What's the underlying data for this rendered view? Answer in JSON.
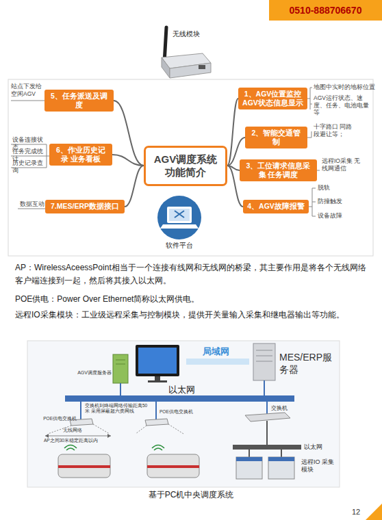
{
  "diagram": {
    "caption": "基于PC机中央调度系统",
    "nodes": [
      {
        "text": [
          "0510-888706670"
        ]
      },
      {
        "text": [
          "AGV调度系统 功能简介"
        ]
      },
      {
        "text": [
          "1、AGV位置监控 AGV状态信息显示"
        ]
      },
      {
        "text": [
          "2、智能交通管制"
        ]
      },
      {
        "text": [
          "3、工位请求信息采集 任务调度"
        ]
      },
      {
        "text": [
          "4、AGV故障报警"
        ]
      },
      {
        "text": [
          "5、任务派送及调度"
        ]
      },
      {
        "text": [
          "6、作业历史记录 业务看板"
        ]
      },
      {
        "text": [
          "7.MES/ERP数据接口"
        ]
      }
    ],
    "edges": [
      {
        "from": 1,
        "to": 2,
        "arrow": "none"
      },
      {
        "from": 1,
        "to": 3,
        "arrow": "none"
      },
      {
        "from": 1,
        "to": 4,
        "arrow": "none"
      },
      {
        "from": 1,
        "to": 5,
        "arrow": "none"
      },
      {
        "from": 1,
        "to": 6,
        "arrow": "none"
      },
      {
        "from": 1,
        "to": 7,
        "arrow": "none"
      },
      {
        "from": 1,
        "to": 8,
        "arrow": "none"
      }
    ],
    "labels": [
      "无线模块",
      "地图中实时的地标位置",
      "AGV运行状态、速度、任务、电池电量等",
      "十字路口 同路段避让等；",
      "远程IO采集 无线网通信",
      "脱轨",
      "防撞触发",
      "设备故障",
      "站点下发给 空闲AGV",
      "设备连接状态",
      "任务完成统计",
      "历史记录查询",
      "数据互动",
      "软件平台",
      "AP：WirelessAceessPoint相当于一个连接有线网和无线网的桥梁，其主要作用是将各个无线网络客户端连接到一起，然后将其接入以太网。",
      "POE供电：Power Over Ethernet简称以太网供电。",
      "远程IO采集模块：工业级远程采集与控制模块，提供开关量输入采集和继电器输出等功能。",
      "AGV调度服务器",
      "局域网",
      "MES/ERP服务器",
      "以太网",
      "交换机到终端网络传输距离50米 采用屏蔽超六类网线",
      "POE供电交换机",
      "POE供电交换机",
      "无线网络",
      "AP之间30米稳定距离以内",
      "交换机",
      "以太网",
      "远程IO 采集模块",
      "12"
    ]
  }
}
